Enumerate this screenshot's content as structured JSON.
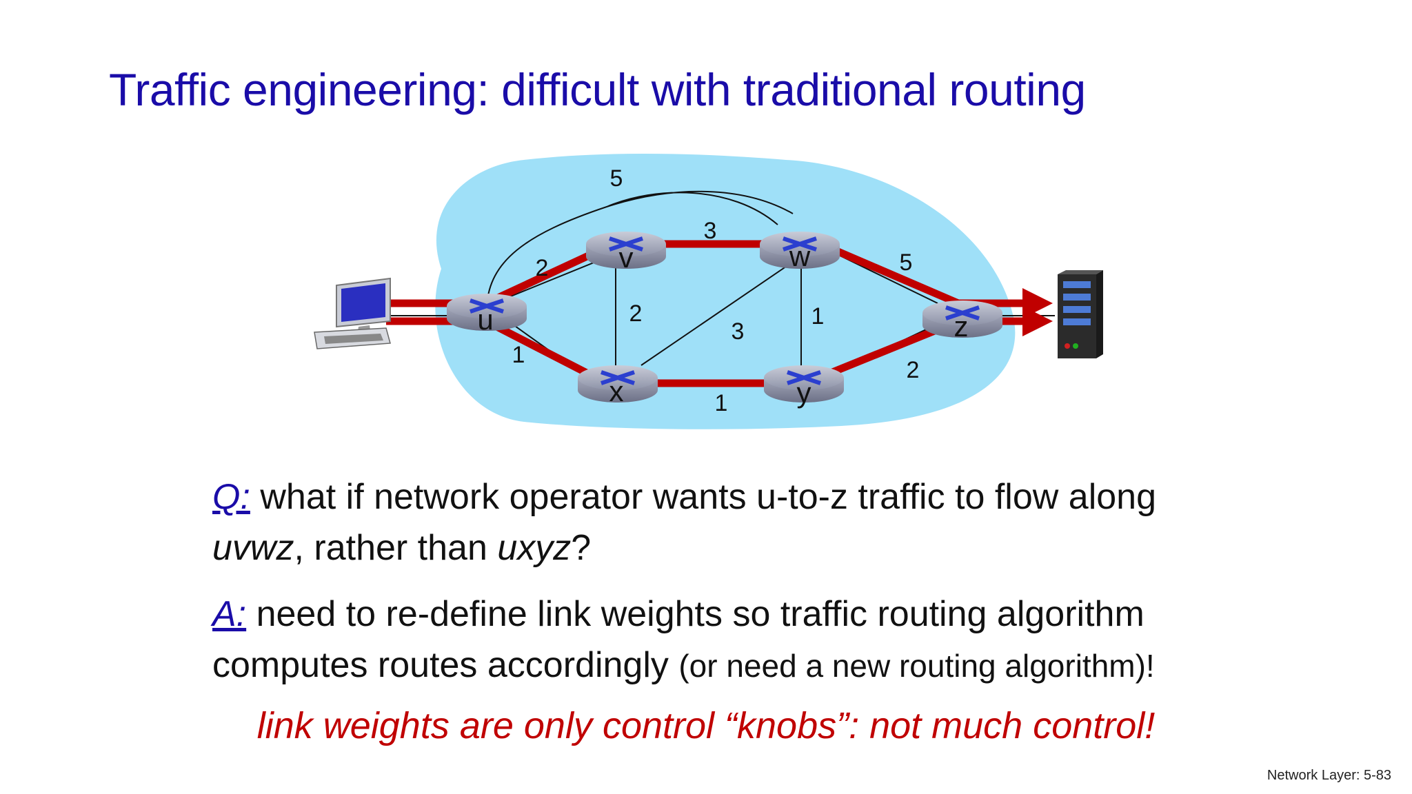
{
  "title": "Traffic engineering: difficult with traditional routing",
  "diagram": {
    "nodes": [
      "u",
      "v",
      "w",
      "x",
      "y",
      "z"
    ],
    "links": [
      {
        "from": "u",
        "to": "v",
        "weight": "2"
      },
      {
        "from": "u",
        "to": "x",
        "weight": "1"
      },
      {
        "from": "u",
        "to": "w",
        "weight": "5"
      },
      {
        "from": "v",
        "to": "w",
        "weight": "3"
      },
      {
        "from": "v",
        "to": "x",
        "weight": "2"
      },
      {
        "from": "x",
        "to": "w",
        "weight": "3"
      },
      {
        "from": "x",
        "to": "y",
        "weight": "1"
      },
      {
        "from": "w",
        "to": "y",
        "weight": "1"
      },
      {
        "from": "w",
        "to": "z",
        "weight": "5"
      },
      {
        "from": "y",
        "to": "z",
        "weight": "2"
      }
    ],
    "colors": {
      "cloud": "#9fe0f8",
      "path": "#c00000",
      "router": "#9ea3b5"
    }
  },
  "question": {
    "label": "Q:",
    "text_line1": "what if network operator wants u-to-z traffic to flow along",
    "path1": "uvwz",
    "middle": ", rather than ",
    "path2": "uxyz",
    "end": "?"
  },
  "answer": {
    "label": "A:",
    "text_line1": "need to re-define link weights so traffic routing algorithm",
    "text_line2": "computes routes accordingly",
    "small_text": "(or need a new routing algorithm)!"
  },
  "conclusion": "link weights are only control “knobs”: not much control!",
  "footer": "Network Layer: 5-83"
}
